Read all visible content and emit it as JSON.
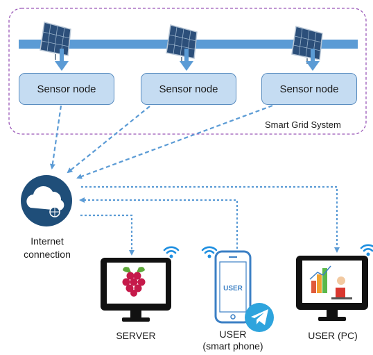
{
  "group": {
    "label": "Smart Grid System"
  },
  "sensor_nodes": [
    {
      "label": "Sensor node"
    },
    {
      "label": "Sensor node"
    },
    {
      "label": "Sensor node"
    }
  ],
  "internet": {
    "label_line1": "Internet",
    "label_line2": "connection"
  },
  "devices": {
    "server": {
      "label": "SERVER"
    },
    "phone": {
      "label_line1": "USER",
      "label_line2": "(smart phone)",
      "screen_text": "USER"
    },
    "pc": {
      "label": "USER (PC)"
    }
  },
  "colors": {
    "group_border": "#9a58b8",
    "bus": "#5b9bd5",
    "node_fill": "#c5dcf2",
    "node_border": "#5a8dc0",
    "link": "#5b9bd5",
    "cloud_circle": "#1f4e79",
    "wifi": "#1f8fe0",
    "telegram": "#2ea4dd"
  },
  "icons": [
    "solar-panel-icon",
    "cloud-network-icon",
    "wifi-icon",
    "raspberry-pi-icon",
    "telegram-icon",
    "chart-icon"
  ]
}
